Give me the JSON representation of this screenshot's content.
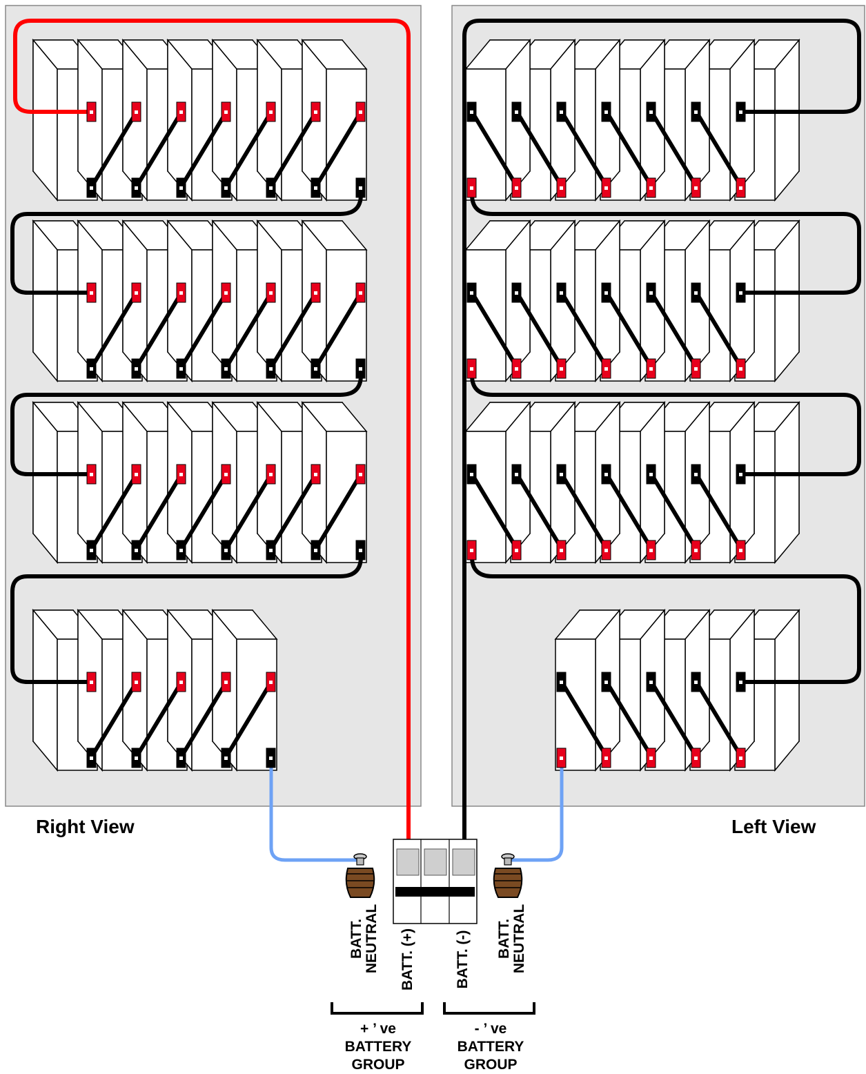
{
  "captions": {
    "right_view": "Right View",
    "left_view": "Left View"
  },
  "terminal_labels": {
    "neutral_left_line1": "BATT.",
    "neutral_left_line2": "NEUTRAL",
    "batt_plus": "BATT. (+)",
    "batt_minus": "BATT. (-)",
    "neutral_right_line1": "BATT.",
    "neutral_right_line2": "NEUTRAL"
  },
  "groups": {
    "positive": {
      "line1": "+ ’ ve",
      "line2": "BATTERY",
      "line3": "GROUP"
    },
    "negative": {
      "line1": "- ’ ve",
      "line2": "BATTERY",
      "line3": "GROUP"
    }
  },
  "colors": {
    "panel": "#e6e6e6",
    "battery": "#ffffff",
    "positive_terminal": "#e8001c",
    "negative_terminal": "#000000",
    "red_cable": "#ff0000",
    "black_cable": "#000000",
    "neutral_cable": "#6ea2f5",
    "fuse_holder": "#7a4a22"
  },
  "strings": {
    "right_view_rows": [
      7,
      7,
      7,
      5
    ],
    "left_view_rows": [
      7,
      7,
      7,
      5
    ]
  }
}
